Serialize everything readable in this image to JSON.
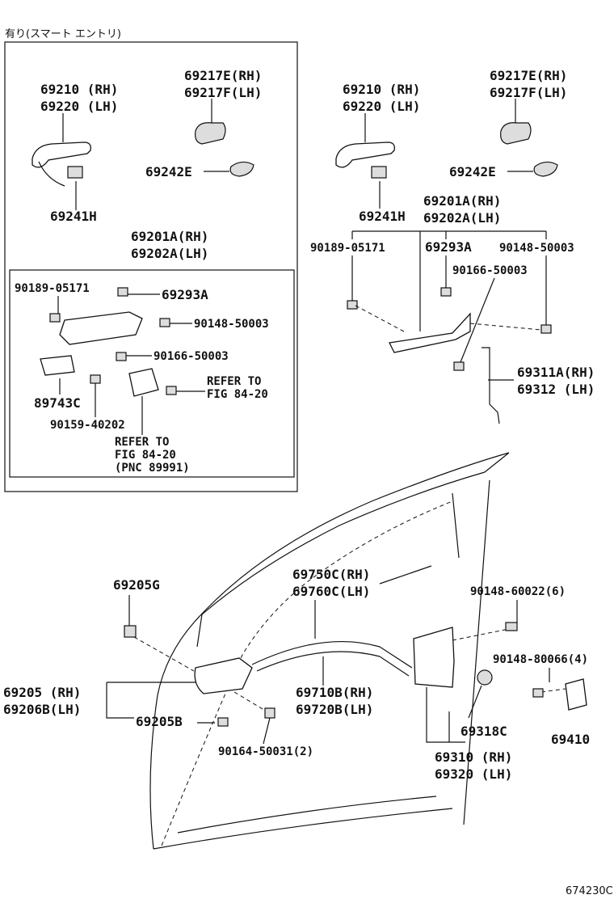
{
  "header": {
    "variant": "有り(スマート エントリ)"
  },
  "figure_id": "674230C",
  "inset": {
    "handle_rh": "69210 (RH)",
    "handle_lh": "69220 (LH)",
    "cover_rh": "69217E(RH)",
    "cover_lh": "69217F(LH)",
    "pad": "69242E",
    "sub_part": "69241H",
    "frame_rh": "69201A(RH)",
    "frame_lh": "69202A(LH)",
    "screw_a": "90189-05171",
    "clip": "69293A",
    "screw_b": "90148-50003",
    "screw_c": "90166-50003",
    "sensor": "89743C",
    "bolt": "90159-40202",
    "refer1_l1": "REFER TO",
    "refer1_l2": "FIG 84-20",
    "refer2_l1": "REFER TO",
    "refer2_l2": "FIG 84-20",
    "refer2_l3": "(PNC 89991)"
  },
  "right": {
    "handle_rh": "69210 (RH)",
    "handle_lh": "69220 (LH)",
    "cover_rh": "69217E(RH)",
    "cover_lh": "69217F(LH)",
    "pad": "69242E",
    "sub_part": "69241H",
    "frame_rh": "69201A(RH)",
    "frame_lh": "69202A(LH)",
    "screw_a": "90189-05171",
    "clip": "69293A",
    "screw_b": "90148-50003",
    "screw_c": "90166-50003",
    "rod_rh": "69311A(RH)",
    "rod_lh": "69312 (LH)"
  },
  "door": {
    "grommet": "69205G",
    "inner_handle_rh": "69205 (RH)",
    "inner_handle_lh": "69206B(LH)",
    "inner_screw": "69205B",
    "inner_screw_b": "90164-50031(2)",
    "cable_rh": "69750C(RH)",
    "cable_lh": "69760C(LH)",
    "cable2_rh": "69710B(RH)",
    "cable2_lh": "69720B(LH)",
    "lock_screw": "90148-60022(6)",
    "striker_screw": "90148-80066(4)",
    "cap": "69318C",
    "lock_rh": "69310 (RH)",
    "lock_lh": "69320 (LH)",
    "striker": "69410"
  }
}
